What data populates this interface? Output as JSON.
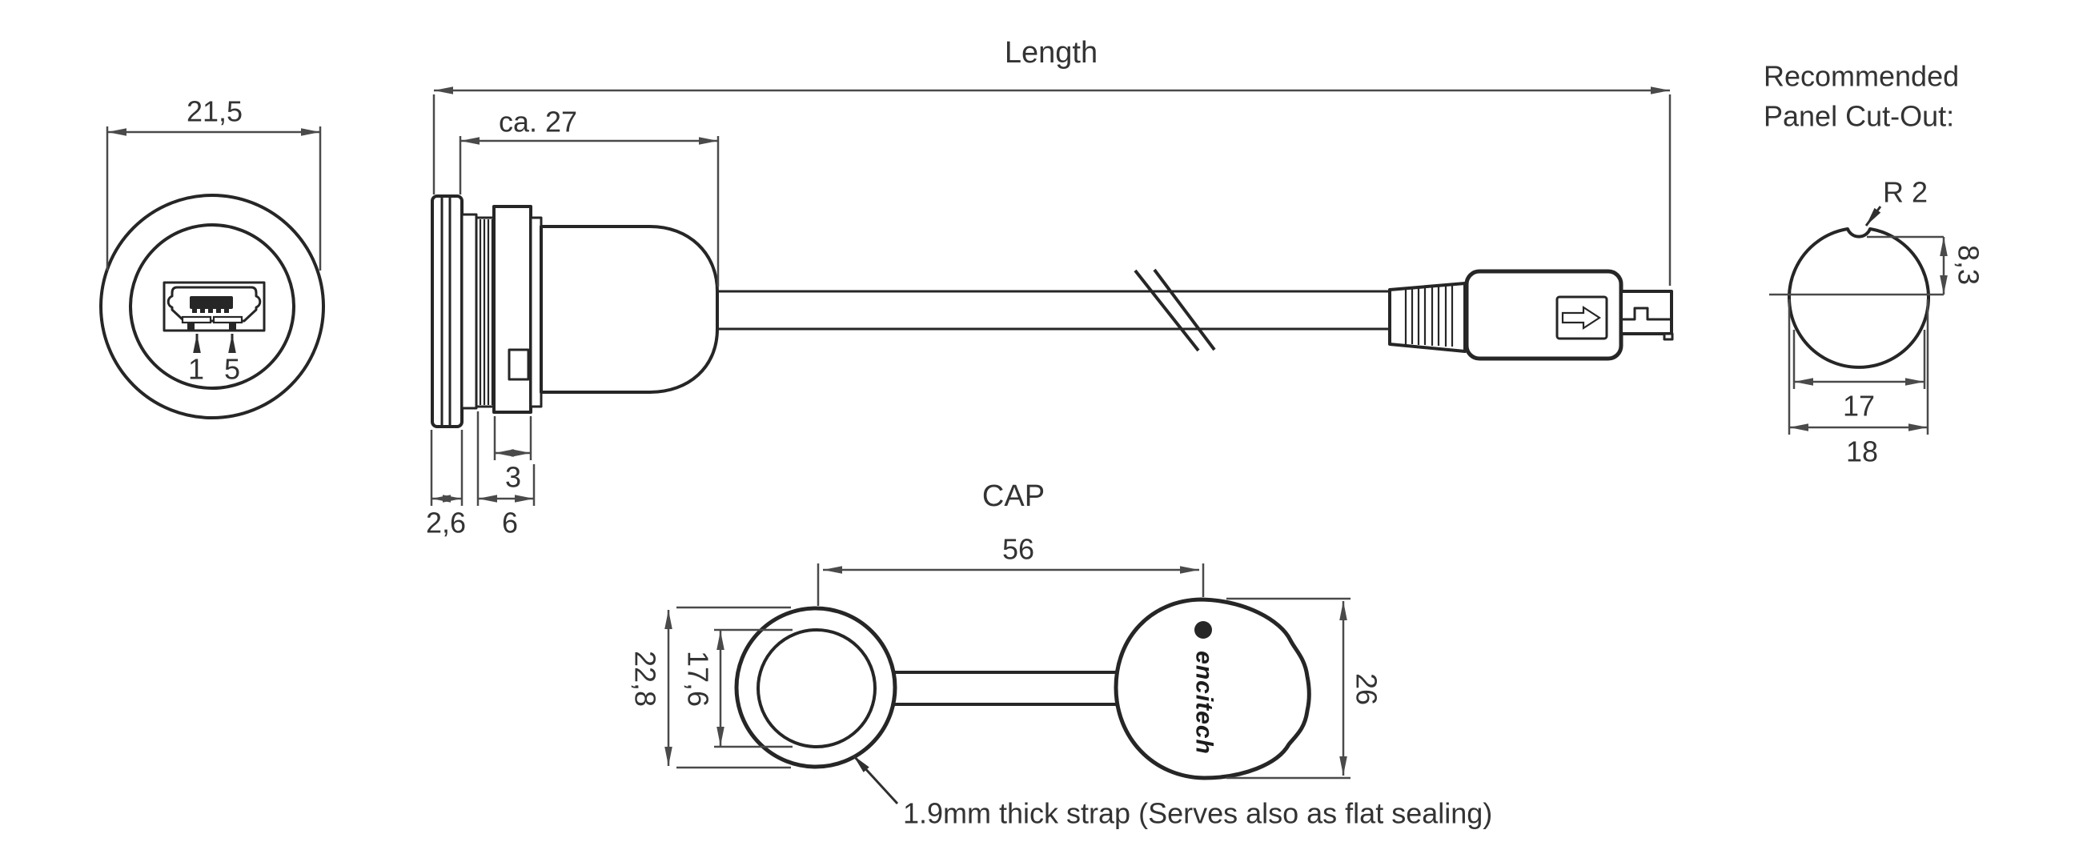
{
  "colors": {
    "background": "#ffffff",
    "line": "#262626",
    "dim_line": "#4a4a4a",
    "text": "#333333"
  },
  "drawing": {
    "side_view": {
      "length_label": "Length",
      "depth_label": "ca. 27",
      "nut_width_label": "3",
      "thread_length_label": "6",
      "flange_thickness_label": "2,6"
    },
    "front_view": {
      "diameter_label": "21,5",
      "pin_first_label": "1",
      "pin_last_label": "5"
    },
    "panel_cutout": {
      "heading_line1": "Recommended",
      "heading_line2": "Panel Cut-Out:",
      "radius_label": "R 2",
      "flat_height_label": "8,3",
      "flat_width_label": "17",
      "diameter_label": "18"
    },
    "cap_view": {
      "title": "CAP",
      "strap_length_label": "56",
      "outer_diameter_label": "22,8",
      "inner_diameter_label": "17,6",
      "cap_height_label": "26",
      "brand_label": "encitech",
      "note_label": "1.9mm thick strap (Serves also as flat sealing)"
    }
  }
}
